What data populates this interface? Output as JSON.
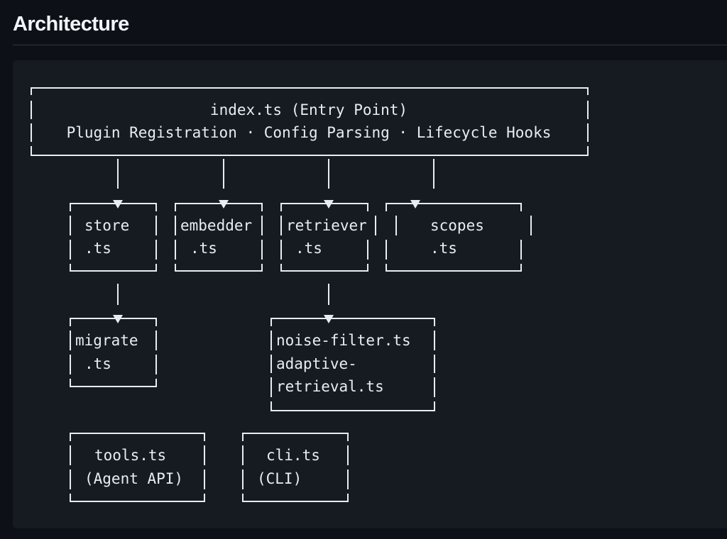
{
  "heading": "Architecture",
  "diagram": {
    "entry": {
      "title": "index.ts (Entry Point)",
      "subtitle": "Plugin Registration · Config Parsing · Lifecycle Hooks"
    },
    "store": {
      "line1": "store",
      "line2": ".ts"
    },
    "embedder": {
      "line1": "embedder",
      "line2": ".ts"
    },
    "retriever": {
      "line1": "retriever",
      "line2": ".ts"
    },
    "scopes": {
      "line1": "scopes",
      "line2": ".ts"
    },
    "migrate": {
      "line1": "migrate",
      "line2": ".ts"
    },
    "noise": {
      "line1": "noise-filter.ts",
      "line2": "adaptive-",
      "line3": "retrieval.ts"
    },
    "tools": {
      "line1": "tools.ts",
      "line2": "(Agent API)"
    },
    "cli": {
      "line1": "cli.ts",
      "line2": "(CLI)"
    }
  }
}
